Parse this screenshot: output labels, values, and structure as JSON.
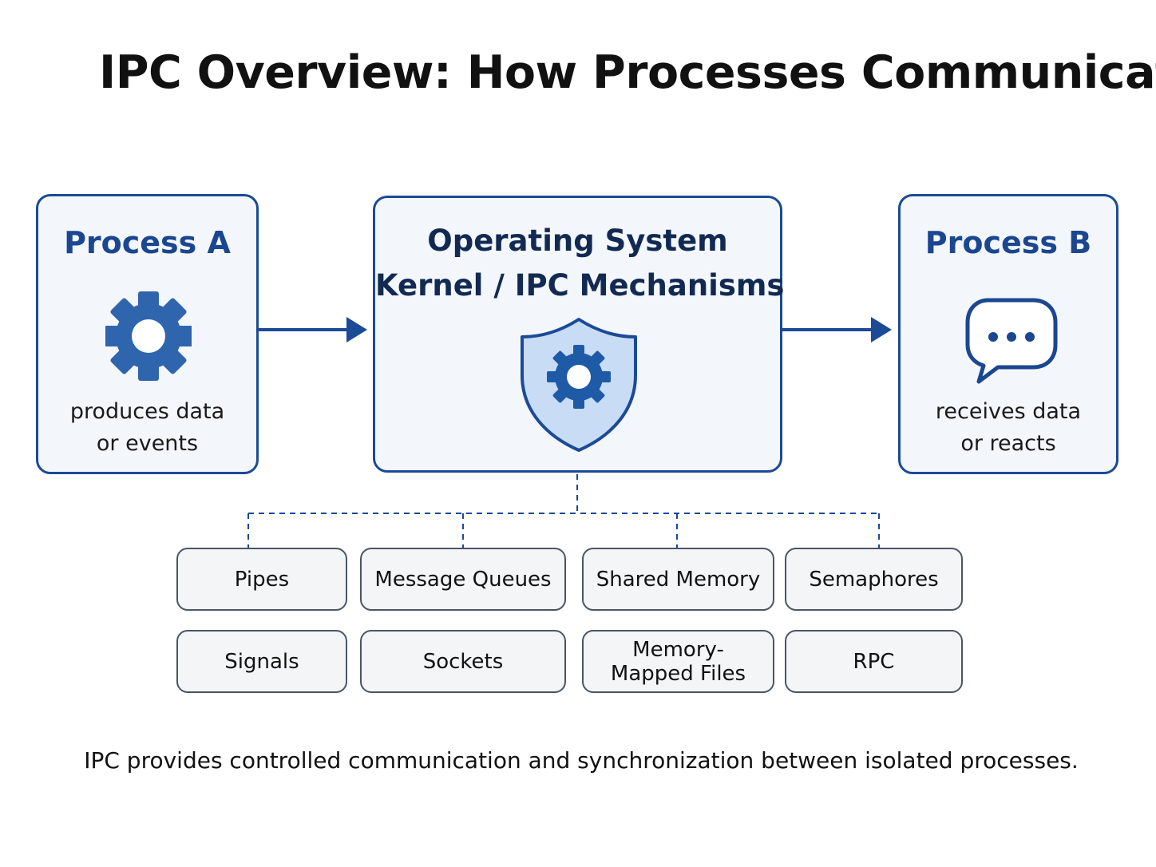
{
  "title": "IPC Overview: How Processes Communicate",
  "process_a": {
    "heading": "Process A",
    "caption_line1": "produces data",
    "caption_line2": "or events",
    "icon": "gear-icon"
  },
  "kernel": {
    "heading_line1": "Operating System",
    "heading_line2": "Kernel / IPC Mechanisms",
    "icon": "shield-gear-icon"
  },
  "process_b": {
    "heading": "Process B",
    "caption_line1": "receives data",
    "caption_line2": "or reacts",
    "icon": "chat-bubble-icon"
  },
  "mechanisms": [
    "Pipes",
    "Message Queues",
    "Shared Memory",
    "Semaphores",
    "Signals",
    "Sockets",
    "Memory-Mapped Files",
    "RPC"
  ],
  "footer": "IPC provides controlled communication and synchronization between isolated processes.",
  "colors": {
    "accent": "#1b4a96",
    "icon_blue": "#2f65ad",
    "shield_fill": "#c9dcf5",
    "box_fill": "#f3f6fb",
    "mechanism_border": "#4a5566"
  }
}
